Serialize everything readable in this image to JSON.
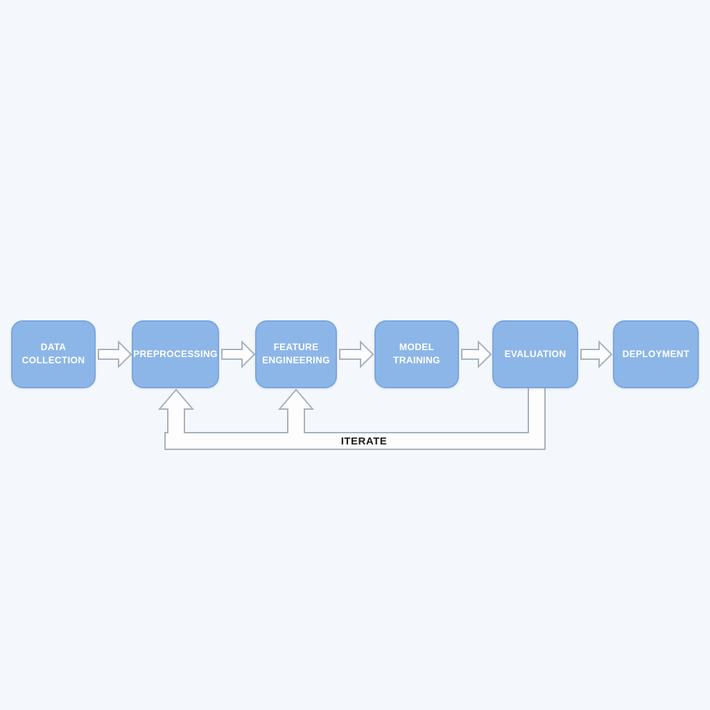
{
  "diagram": {
    "stages": [
      {
        "label": "DATA COLLECTION"
      },
      {
        "label": "PREPROCESSING"
      },
      {
        "label": "FEATURE ENGINEERING"
      },
      {
        "label": "MODEL TRAINING"
      },
      {
        "label": "EVALUATION"
      },
      {
        "label": "DEPLOYMENT"
      }
    ],
    "feedback": {
      "label": "ITERATE",
      "from": "EVALUATION",
      "to_first": "PREPROCESSING",
      "to_second": "FEATURE ENGINEERING"
    },
    "colors": {
      "background": "#f4f8fc",
      "box_fill": "#8db6e8",
      "box_border": "#7ba6dd",
      "box_text": "#ffffff",
      "arrow_fill": "#fdfdfe",
      "arrow_stroke": "#a7b1be",
      "iterate_text": "#1b1b1d"
    }
  }
}
